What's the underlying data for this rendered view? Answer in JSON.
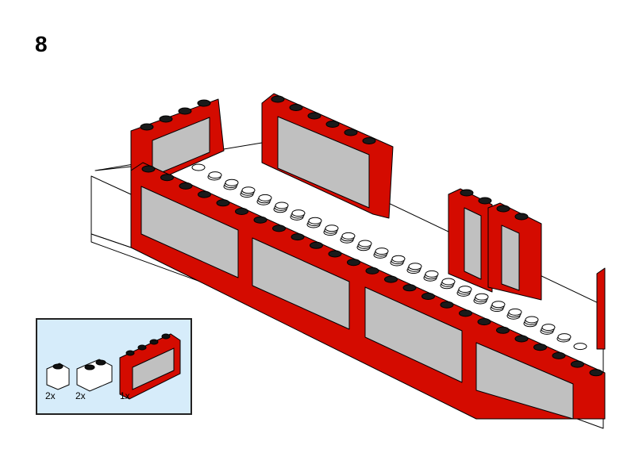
{
  "step_number": "8",
  "parts_list": {
    "items": [
      {
        "part": "white-brick-1x1",
        "quantity": "2x"
      },
      {
        "part": "white-brick-1x2",
        "quantity": "2x"
      },
      {
        "part": "red-window-1x4x2",
        "quantity": "1x"
      }
    ]
  },
  "colors": {
    "red": "#d40b00",
    "white": "#ffffff",
    "glass": "#c0c0c0",
    "panel_bg": "#d6ecfa",
    "stud_dark": "#1a1a1a"
  }
}
